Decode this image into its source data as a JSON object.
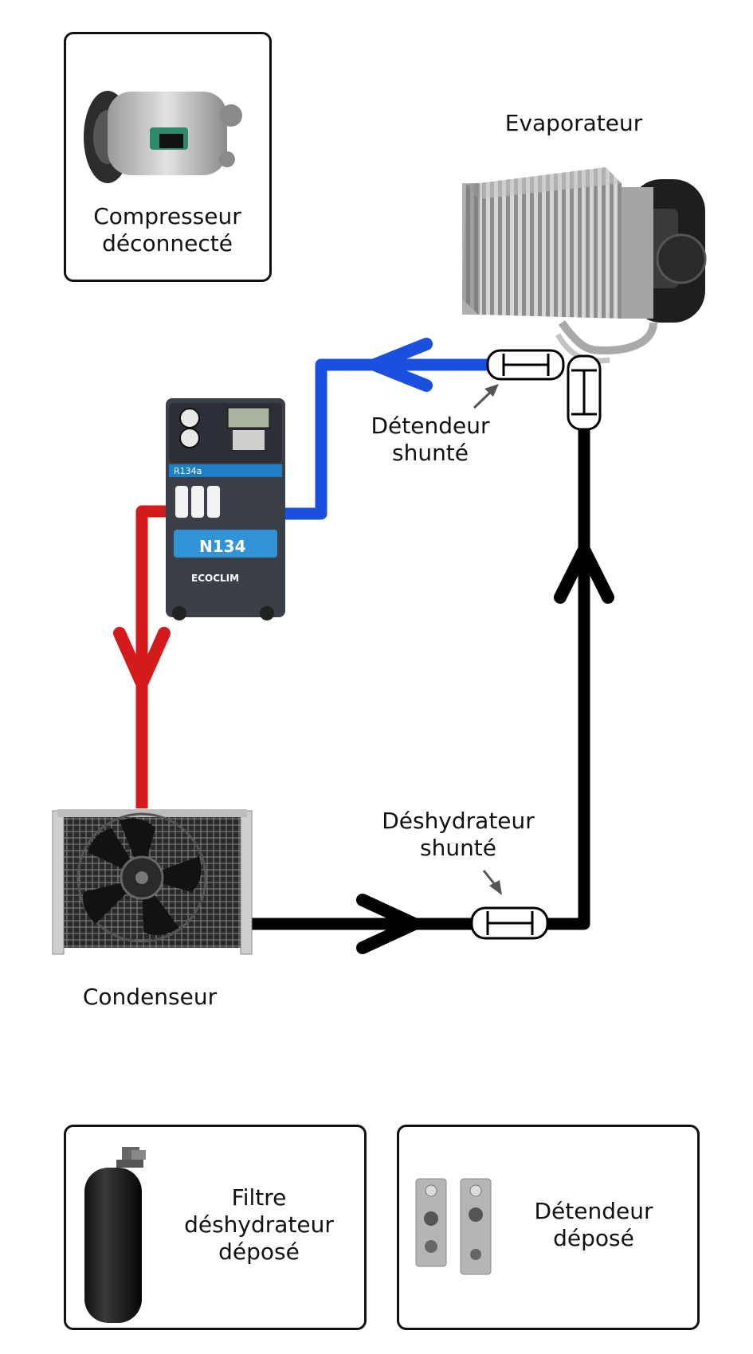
{
  "labels": {
    "compresseur_line1": "Compresseur",
    "compresseur_line2": "déconnecté",
    "evaporateur": "Evaporateur",
    "detendeur_shunte_line1": "Détendeur",
    "detendeur_shunte_line2": "shunté",
    "condenseur": "Condenseur",
    "deshydrateur_shunte_line1": "Déshydrateur",
    "deshydrateur_shunte_line2": "shunté",
    "filtre_line1": "Filtre",
    "filtre_line2": "déshydrateur",
    "filtre_line3": "déposé",
    "detendeur_depose_line1": "Détendeur",
    "detendeur_depose_line2": "déposé"
  },
  "machine": {
    "model_badge": "R134a",
    "brand_panel": "N134",
    "brand_name": "ECOCLIM"
  },
  "colors": {
    "low_pressure": "#1a4fe0",
    "high_pressure": "#d41a1a",
    "circuit": "#000000"
  }
}
